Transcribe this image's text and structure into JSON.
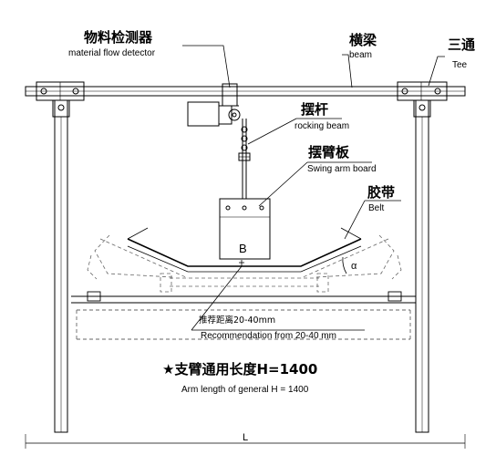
{
  "labels": {
    "detector_cn": "物料检测器",
    "detector_en": "material flow detector",
    "beam_cn": "横梁",
    "beam_en": "beam",
    "tee_cn": "三通",
    "tee_en": "Tee",
    "rocking_cn": "摆杆",
    "rocking_en": "rocking beam",
    "swing_cn": "摆臂板",
    "swing_en": "Swing arm board",
    "belt_cn": "胶带",
    "belt_en": "Belt",
    "board_mark": "B",
    "angle_mark": "α",
    "recommend_cn": "推荐距离20-40mm",
    "recommend_en": "Recommendation from 20-40 mm",
    "arm_cn": "★支臂通用长度H=1400",
    "arm_en": "Arm length of general H = 1400",
    "length_mark": "L"
  },
  "colors": {
    "line": "#000000",
    "thin": "#555555",
    "dashed": "#666666"
  }
}
